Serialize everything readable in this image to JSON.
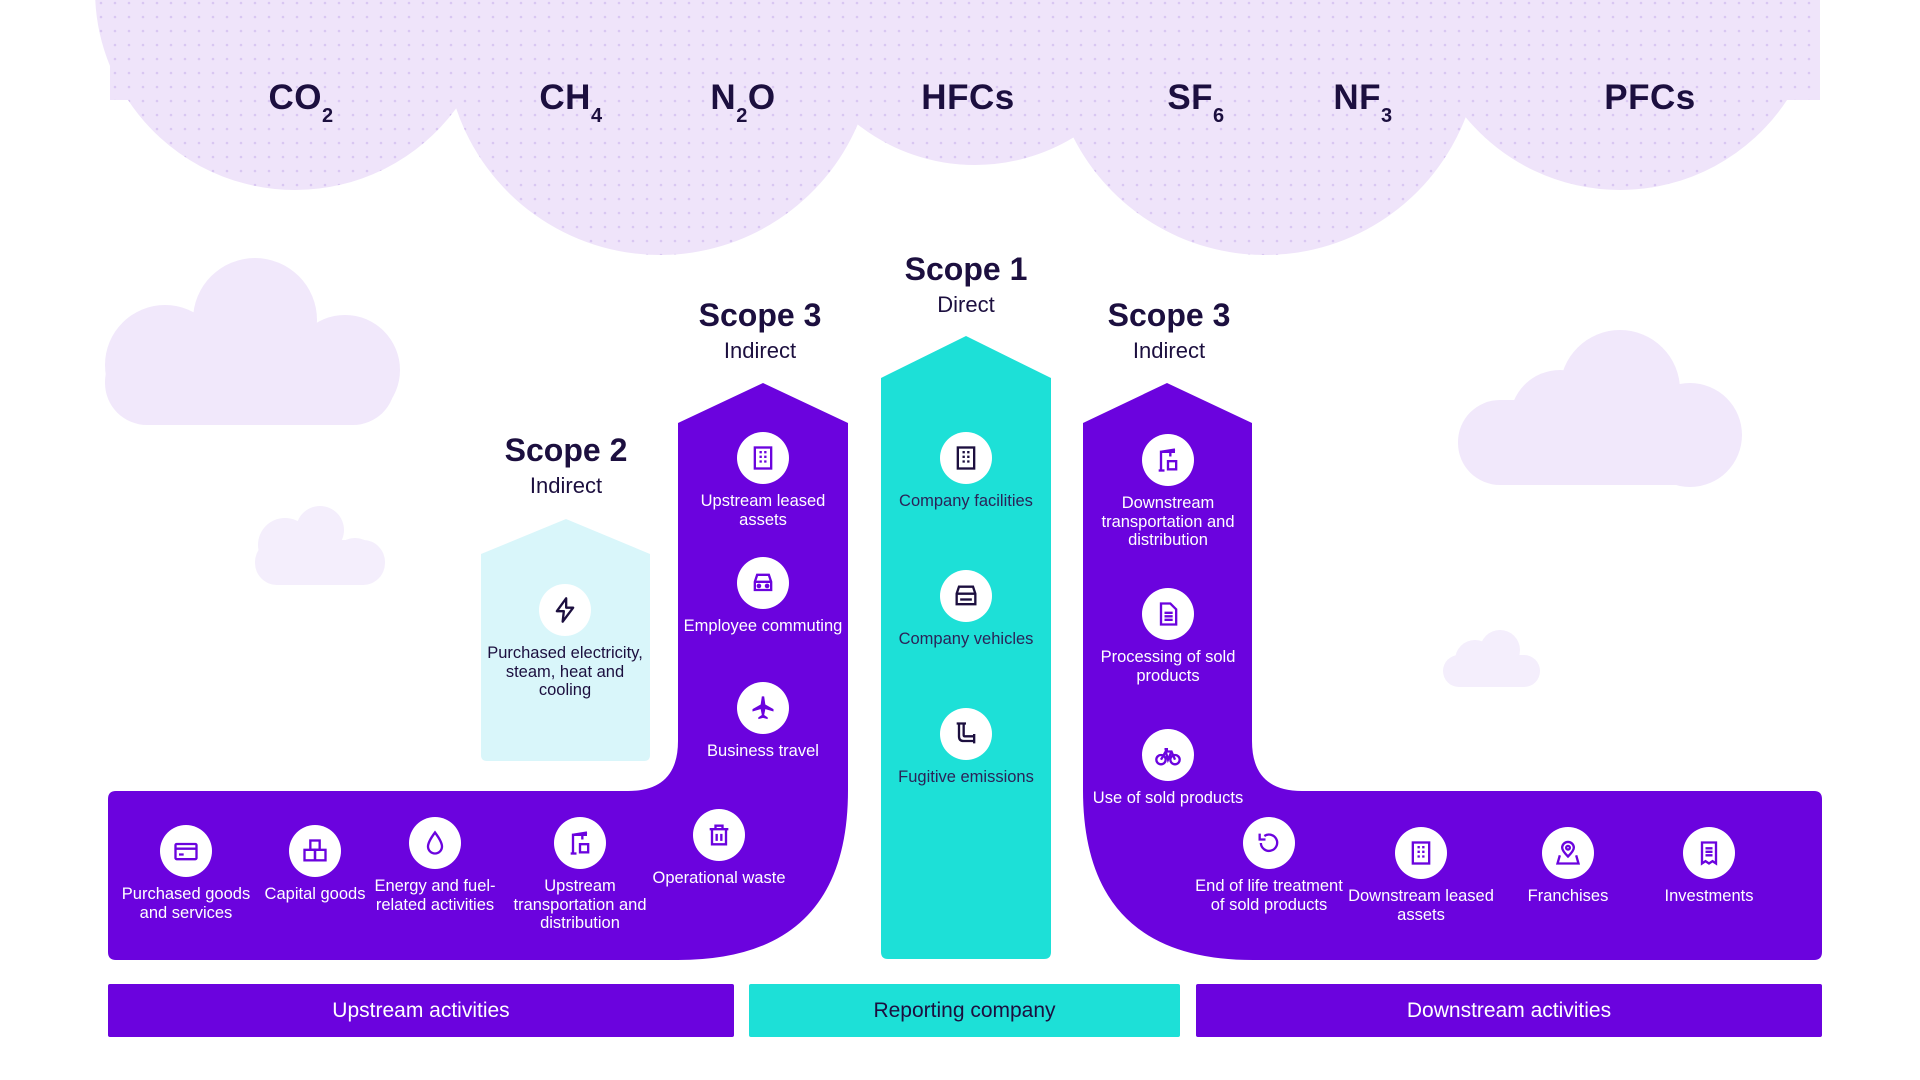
{
  "colors": {
    "purple": "#6b03de",
    "cyan": "#1de0d7",
    "light_cyan": "#d9f6fa",
    "cloud": "#efe4fa",
    "text_dark": "#1c0f3f"
  },
  "gases": [
    {
      "base": "CO",
      "sub": "2"
    },
    {
      "base": "CH",
      "sub": "4"
    },
    {
      "base": "N",
      "sub": "2",
      "tail": "O"
    },
    {
      "base": "HFCs",
      "sub": ""
    },
    {
      "base": "SF",
      "sub": "6"
    },
    {
      "base": "NF",
      "sub": "3"
    },
    {
      "base": "PFCs",
      "sub": ""
    }
  ],
  "scopes": {
    "scope2": {
      "title": "Scope 2",
      "subtitle": "Indirect"
    },
    "scope3_upstream": {
      "title": "Scope 3",
      "subtitle": "Indirect"
    },
    "scope1": {
      "title": "Scope 1",
      "subtitle": "Direct"
    },
    "scope3_downstream": {
      "title": "Scope 3",
      "subtitle": "Indirect"
    }
  },
  "scope2_items": [
    {
      "icon": "lightning-icon",
      "label": "Purchased electricity, steam, heat and cooling"
    }
  ],
  "scope3_upstream_column": [
    {
      "icon": "building-icon",
      "label": "Upstream leased assets"
    },
    {
      "icon": "car-icon",
      "label": "Employee commuting"
    },
    {
      "icon": "airplane-icon",
      "label": "Business travel"
    }
  ],
  "scope1_items": [
    {
      "icon": "building-icon",
      "label": "Company facilities"
    },
    {
      "icon": "vehicle-icon",
      "label": "Company vehicles"
    },
    {
      "icon": "pipe-icon",
      "label": "Fugitive emissions"
    }
  ],
  "scope3_downstream_column": [
    {
      "icon": "crane-icon",
      "label": "Downstream transportation and distribution"
    },
    {
      "icon": "document-icon",
      "label": "Processing of sold products"
    },
    {
      "icon": "bicycle-icon",
      "label": "Use of sold products"
    }
  ],
  "upstream_row": [
    {
      "icon": "credit-card-icon",
      "label": "Purchased goods and services"
    },
    {
      "icon": "boxes-icon",
      "label": "Capital goods"
    },
    {
      "icon": "drop-icon",
      "label": "Energy and fuel-related activities"
    },
    {
      "icon": "crane-icon",
      "label": "Upstream transportation and distribution"
    },
    {
      "icon": "trash-icon",
      "label": "Operational waste"
    }
  ],
  "downstream_row": [
    {
      "icon": "recycle-icon",
      "label": "End of life treatment of sold products"
    },
    {
      "icon": "building-icon",
      "label": "Downstream leased assets"
    },
    {
      "icon": "map-pin-icon",
      "label": "Franchises"
    },
    {
      "icon": "receipt-icon",
      "label": "Investments"
    }
  ],
  "bottom_bars": {
    "upstream": "Upstream activities",
    "reporting": "Reporting company",
    "downstream": "Downstream activities"
  }
}
